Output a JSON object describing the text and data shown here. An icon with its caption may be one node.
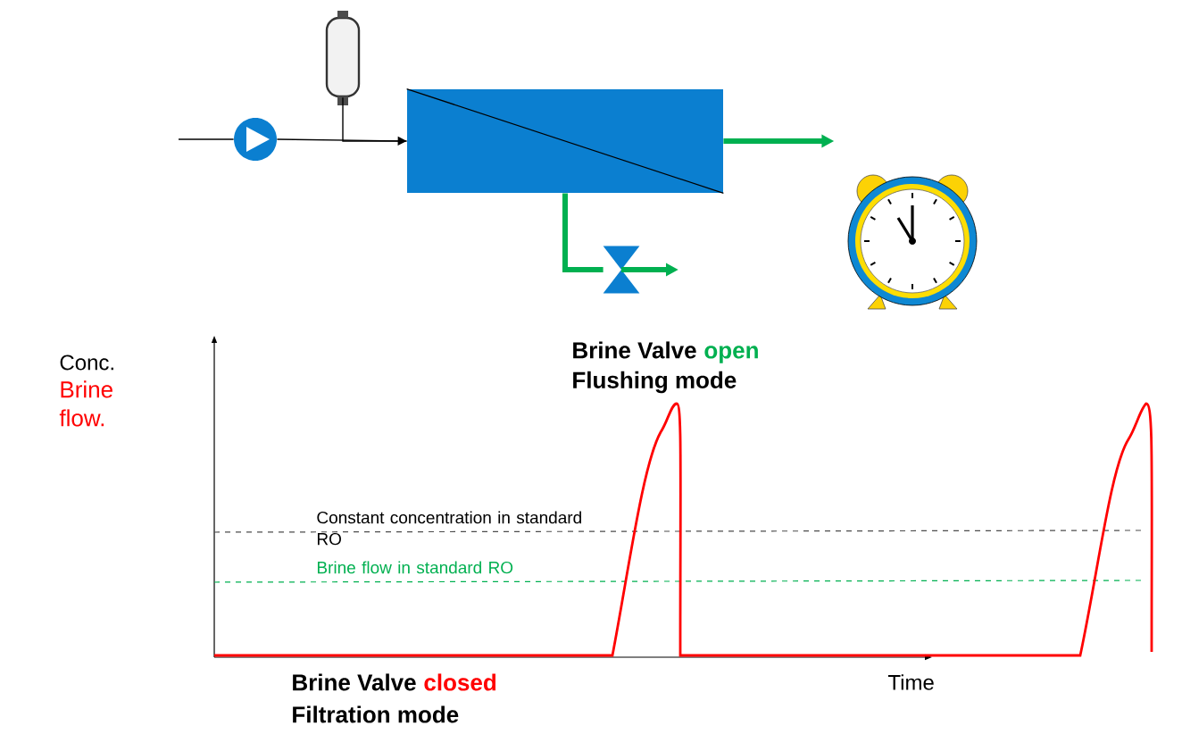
{
  "diagram": {
    "nodes": [
      {
        "text": [],
        "shape": "circle"
      },
      {
        "text": [],
        "shape": "cylinder"
      },
      {
        "text": [],
        "shape": "box"
      },
      {
        "text": [],
        "shape": "diamond"
      }
    ],
    "edges": [
      {
        "from": null,
        "to": 0,
        "arrow": "none"
      },
      {
        "from": 0,
        "to": 2,
        "arrow": "to"
      },
      {
        "from": 1,
        "to": 2,
        "arrow": "none"
      },
      {
        "from": 2,
        "to": null,
        "arrow": "to",
        "style": "thick",
        "color": "#00b050"
      },
      {
        "from": 2,
        "to": 3,
        "arrow": "none",
        "style": "thick",
        "color": "#00b050"
      },
      {
        "from": 3,
        "to": null,
        "arrow": "to",
        "style": "thick",
        "color": "#00b050"
      }
    ],
    "labels": [
      "Conc.",
      "Brine flow.",
      "Brine Valve",
      "open",
      "Flushing mode",
      "Constant concentration in standard RO",
      "Brine flow in standard RO",
      "Brine Valve",
      "closed",
      "Filtration mode",
      "Time"
    ]
  }
}
